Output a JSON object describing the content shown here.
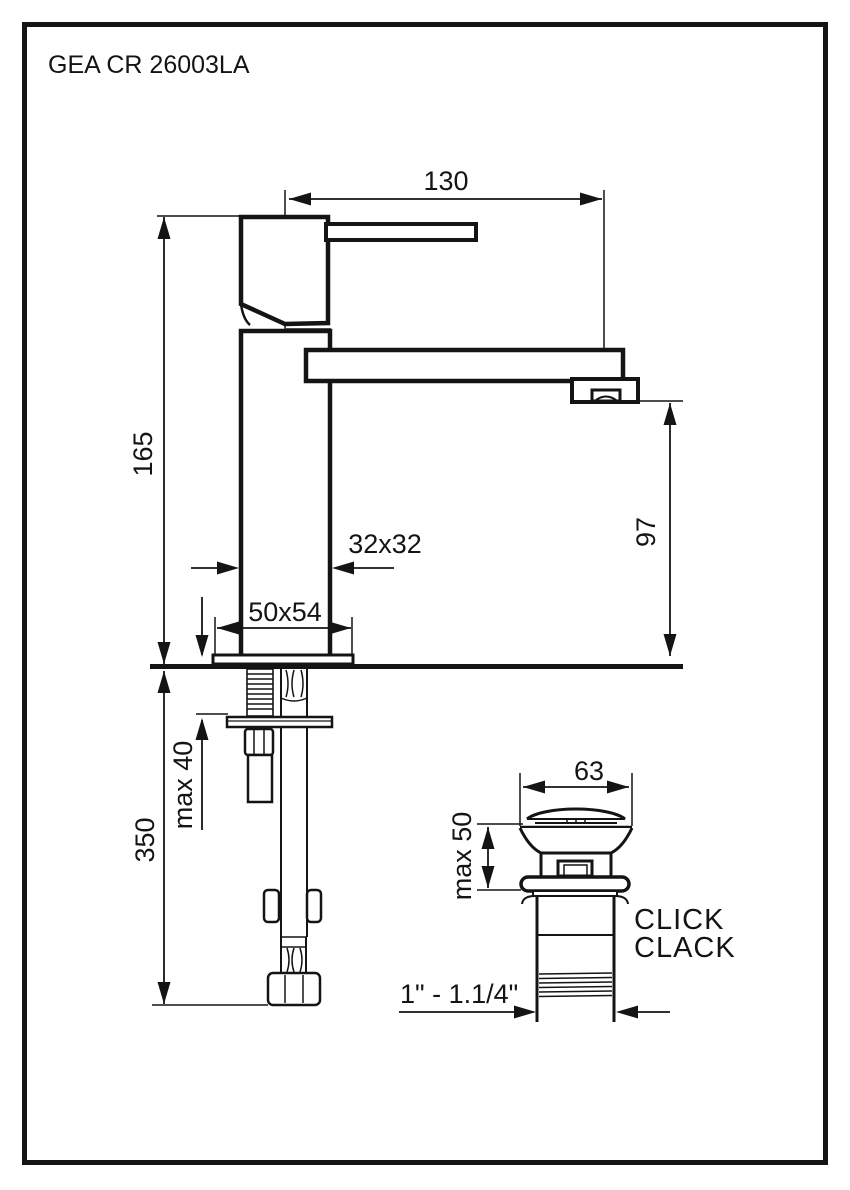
{
  "page": {
    "background": "#ffffff",
    "line_color": "#141414"
  },
  "header": {
    "model": "GEA CR 26003LA"
  },
  "dimensions": {
    "spout_reach": "130",
    "body_height": "165",
    "spout_height": "97",
    "body_section": "32x32",
    "base_section": "50x54",
    "max_deck_thickness": "max 40",
    "hose_length": "350",
    "drain_cap_diameter": "63",
    "drain_max_height": "max 50",
    "drain_thread": "1\" - 1.1/4\""
  },
  "drain": {
    "label_line1": "CLICK",
    "label_line2": "CLACK"
  }
}
